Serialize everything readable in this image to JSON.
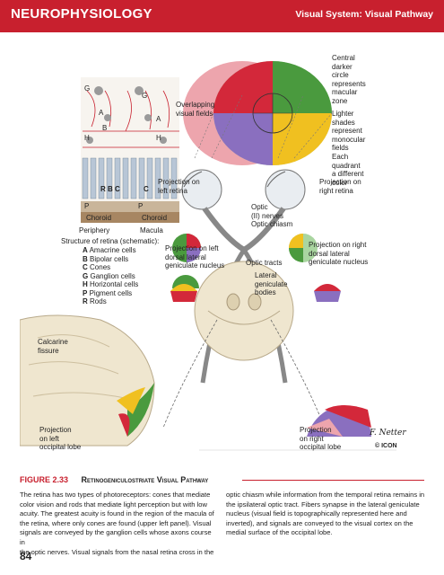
{
  "header": {
    "section": "NEUROPHYSIOLOGY",
    "topic": "Visual System: Visual Pathway"
  },
  "figure": {
    "labels": {
      "overlapping": [
        "Overlapping",
        "visual fields"
      ],
      "central": [
        "Central",
        "darker",
        "circle",
        "represents",
        "macular",
        "zone"
      ],
      "lighter": [
        "Lighter",
        "shades",
        "represent",
        "monocular",
        "fields"
      ],
      "quadrant": [
        "Each",
        "quadrant",
        "a different",
        "color"
      ],
      "proj_left_retina": [
        "Projection on",
        "left retina"
      ],
      "proj_right_retina": [
        "Projection on",
        "right retina"
      ],
      "optic": [
        "Optic",
        "(II) nerves",
        "Optic chiasm"
      ],
      "proj_left_lgn": [
        "Projection on left",
        "dorsal lateral",
        "geniculate nucleus"
      ],
      "proj_right_lgn": [
        "Projection on right",
        "dorsal lateral",
        "geniculate nucleus"
      ],
      "optic_tracts": "Optic tracts",
      "lateral_geniculate": [
        "Lateral",
        "geniculate",
        "bodies"
      ],
      "calcarine": [
        "Calcarine",
        "fissure"
      ],
      "proj_left_occ": [
        "Projection",
        "on left",
        "occipital lobe"
      ],
      "proj_right_occ": [
        "Projection",
        "on right",
        "occipital lobe"
      ],
      "choroid": "Choroid",
      "periphery": "Periphery",
      "macula": "Macula",
      "retina_structure_title": "Structure of retina (schematic):",
      "retina_key": [
        {
          "letter": "A",
          "text": "Amacrine cells"
        },
        {
          "letter": "B",
          "text": "Bipolar cells"
        },
        {
          "letter": "C",
          "text": "Cones"
        },
        {
          "letter": "G",
          "text": "Ganglion cells"
        },
        {
          "letter": "H",
          "text": "Horizontal cells"
        },
        {
          "letter": "P",
          "text": "Pigment cells"
        },
        {
          "letter": "R",
          "text": "Rods"
        }
      ],
      "retina_letters": {
        "g1": "G",
        "g2": "G",
        "a1": "A",
        "a2": "A",
        "b": "B",
        "h1": "H",
        "h2": "H",
        "rbc": "R B C",
        "c": "C",
        "p1": "P",
        "p2": "P"
      },
      "signature": "F. Netter",
      "logo": "© ICON"
    },
    "colors": {
      "red": "#d3283a",
      "green": "#4a9a3e",
      "yellow": "#f0c020",
      "purple": "#8a6fbf",
      "light_red": "#eda5ad",
      "light_green": "#a9d5a0",
      "light_purple": "#c8b8e4",
      "light_yellow": "#f6e39a",
      "brain": "#efe6cf",
      "retina": "#bcd3e8"
    }
  },
  "caption": {
    "label": "FIGURE 2.33",
    "title": "Retinogeniculostriate Visual Pathway"
  },
  "body": {
    "left": [
      "The retina has two types of photoreceptors: cones that mediate",
      "color vision and rods that mediate light perception but with low",
      "acuity. The greatest acuity is found in the region of the macula of",
      "the retina, where only cones are found (upper left panel). Visual",
      "signals are conveyed by the ganglion cells whose axons course in",
      "the optic nerves. Visual signals from the nasal retina cross in the"
    ],
    "right": [
      "optic chiasm while information from the temporal retina remains in",
      "the ipsilateral optic tract. Fibers synapse in the lateral geniculate",
      "nucleus (visual field is topographically represented here and",
      "inverted), and signals are conveyed to the visual cortex on the",
      "medial surface of the occipital lobe."
    ]
  },
  "page_number": "84"
}
